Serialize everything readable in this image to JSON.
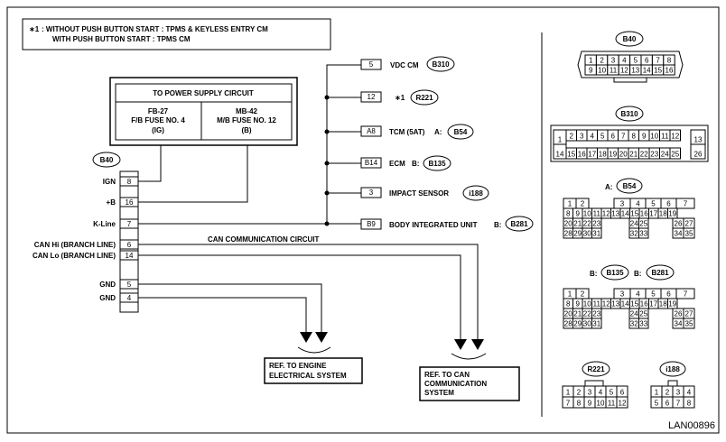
{
  "note": {
    "star_mark": "∗1",
    "line1": ": WITHOUT PUSH BUTTON START  : TPMS & KEYLESS ENTRY CM",
    "line2": "WITH PUSH BUTTON START  : TPMS CM"
  },
  "power_supply": {
    "title": "TO POWER SUPPLY CIRCUIT",
    "left": [
      "FB-27",
      "F/B FUSE NO. 4",
      "(IG)"
    ],
    "right": [
      "MB-42",
      "M/B FUSE NO. 12",
      "(B)"
    ]
  },
  "b40_label": "B40",
  "b40_pins": [
    {
      "pin": "8",
      "name": "IGN"
    },
    {
      "pin": "16",
      "name": "+B"
    },
    {
      "pin": "7",
      "name": "K-Line"
    },
    {
      "pin": "6",
      "name": "CAN Hi (BRANCH LINE)"
    },
    {
      "pin": "14",
      "name": "CAN Lo (BRANCH LINE)"
    },
    {
      "pin": "5",
      "name": "GND"
    },
    {
      "pin": "4",
      "name": "GND"
    }
  ],
  "kline_units": [
    {
      "pin": "5",
      "label": "VDC CM",
      "prefix": "",
      "conn": "B310"
    },
    {
      "pin": "12",
      "label": "∗1",
      "prefix": "",
      "conn": "R221"
    },
    {
      "pin": "A8",
      "label": "TCM (5AT)",
      "prefix": "A:",
      "conn": "B54"
    },
    {
      "pin": "B14",
      "label": "ECM",
      "prefix": "B:",
      "conn": "B135"
    },
    {
      "pin": "3",
      "label": "IMPACT SENSOR",
      "prefix": "",
      "conn": "i188"
    },
    {
      "pin": "B9",
      "label": "BODY INTEGRATED UNIT",
      "prefix": "B:",
      "conn": "B281"
    }
  ],
  "can_circuit_label": "CAN COMMUNICATION CIRCUIT",
  "ref_engine": [
    "REF. TO ENGINE",
    "ELECTRICAL SYSTEM"
  ],
  "ref_can": [
    "REF. TO CAN",
    "COMMUNICATION",
    "SYSTEM"
  ],
  "connectors": {
    "b40": {
      "label": "B40",
      "top": [
        "1",
        "2",
        "3",
        "4",
        "5",
        "6",
        "7",
        "8"
      ],
      "bottom": [
        "9",
        "10",
        "11",
        "12",
        "13",
        "14",
        "15",
        "16"
      ]
    },
    "b310": {
      "label": "B310",
      "left_top": "1",
      "left_bottom": "14",
      "top": [
        "2",
        "3",
        "4",
        "5",
        "6",
        "7",
        "8",
        "9",
        "10",
        "11",
        "12"
      ],
      "bottom": [
        "15",
        "16",
        "17",
        "18",
        "19",
        "20",
        "21",
        "22",
        "23",
        "24",
        "25"
      ],
      "right_top": "13",
      "right_bottom": "26"
    },
    "b54": {
      "prefix": "A:",
      "label": "B54"
    },
    "b135_b281": {
      "prefix1": "B:",
      "label1": "B135",
      "prefix2": "B:",
      "label2": "B281"
    },
    "large": {
      "row1": [
        "1",
        "2",
        "",
        "3",
        "4",
        "5",
        "6",
        "7"
      ],
      "row2": [
        "8",
        "9",
        "10",
        "11",
        "12",
        "13",
        "14",
        "15",
        "16",
        "17",
        "18",
        "19"
      ],
      "row3": [
        "20",
        "21",
        "22",
        "23",
        "",
        "24",
        "25",
        "",
        "26",
        "27"
      ],
      "row4": [
        "28",
        "29",
        "30",
        "31",
        "",
        "32",
        "33",
        "",
        "34",
        "35"
      ]
    },
    "r221": {
      "label": "R221",
      "top": [
        "1",
        "2",
        "3",
        "4",
        "5",
        "6"
      ],
      "bottom": [
        "7",
        "8",
        "9",
        "10",
        "11",
        "12"
      ]
    },
    "i188": {
      "label": "i188",
      "top": [
        "1",
        "2",
        "3",
        "4"
      ],
      "bottom": [
        "5",
        "6",
        "7",
        "8"
      ]
    }
  },
  "diagram_code": "LAN00896"
}
